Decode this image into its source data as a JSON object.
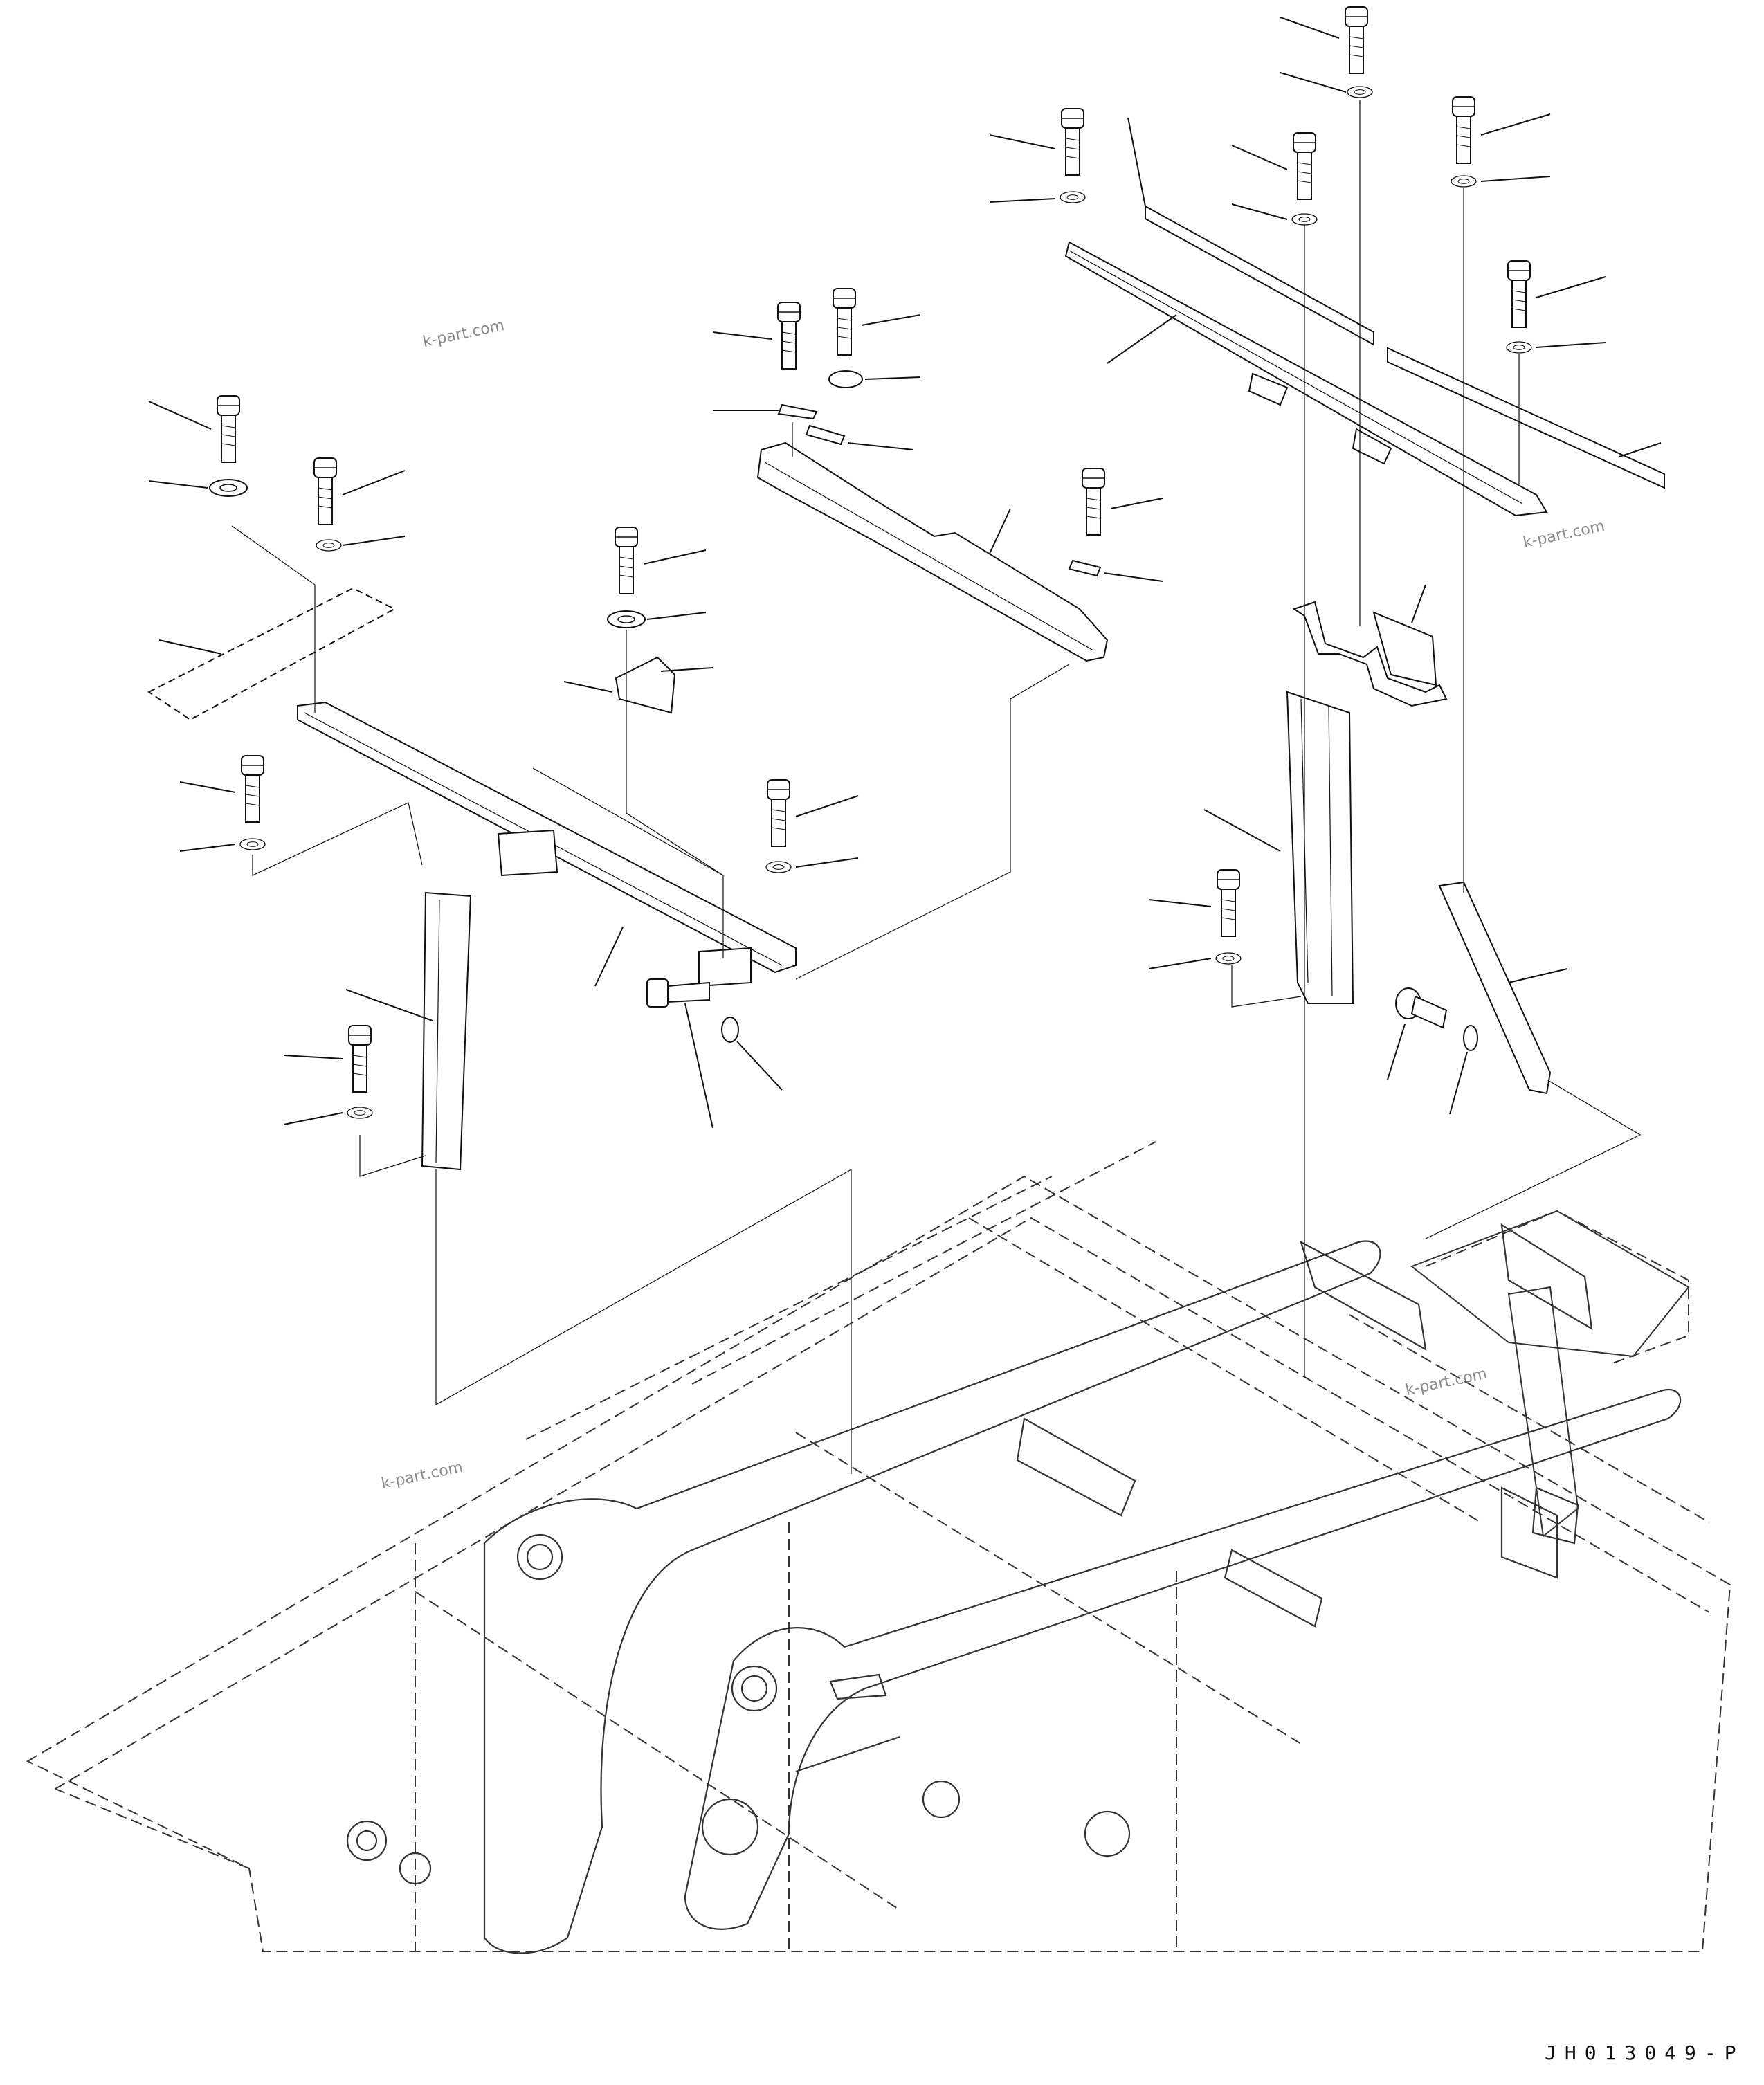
{
  "diagram": {
    "drawing_code": "JH013049-P",
    "watermarks": [
      "k-part.com",
      "k-part.com",
      "k-part.com",
      "k-part.com"
    ]
  },
  "colors": {
    "line": "#111111",
    "dash": "#333333",
    "watermark": "#8a8a8a"
  }
}
